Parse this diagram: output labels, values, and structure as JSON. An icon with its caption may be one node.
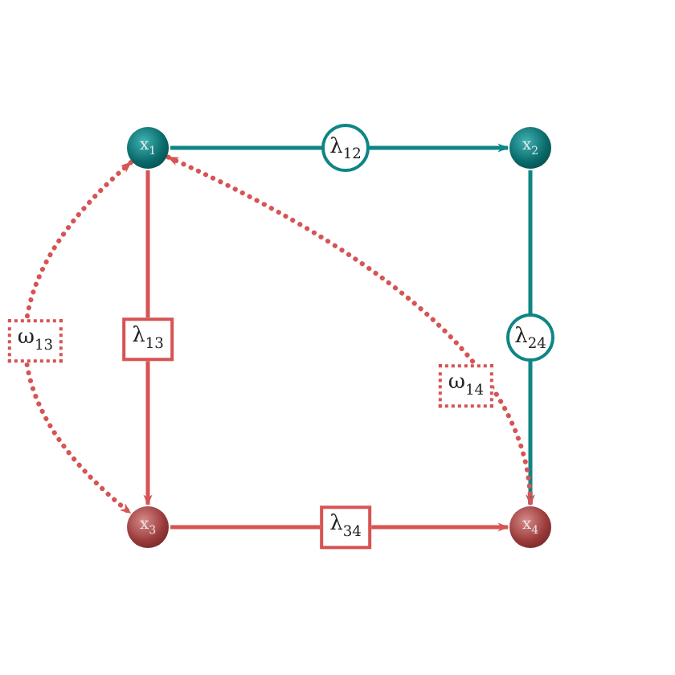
{
  "diagram": {
    "nodes": [
      {
        "text": [
          "x$_{1}$"
        ]
      },
      {
        "text": [
          "x$_{2}$"
        ]
      },
      {
        "text": [
          "x$_{3}$"
        ]
      },
      {
        "text": [
          "x$_{4}$"
        ]
      }
    ],
    "edges": [
      {
        "from": 0,
        "to": 1,
        "arrow": "to",
        "label": "λ$_{12}$",
        "color": "#0f8585"
      },
      {
        "from": 1,
        "to": 3,
        "arrow": "to",
        "label": "λ$_{24}$",
        "color": "#0f8585"
      },
      {
        "from": 0,
        "to": 2,
        "arrow": "to",
        "label": "λ$_{13}$",
        "color": "#d65454"
      },
      {
        "from": 2,
        "to": 3,
        "arrow": "to",
        "label": "λ$_{34}$",
        "color": "#d65454"
      },
      {
        "from": 0,
        "to": 2,
        "arrow": "both",
        "label": "ω$_{13}$",
        "style": "dashed",
        "color": "#d65454"
      },
      {
        "from": 0,
        "to": 3,
        "arrow": "both",
        "label": "ω$_{14}$",
        "style": "dashed",
        "color": "#d65454"
      }
    ]
  }
}
